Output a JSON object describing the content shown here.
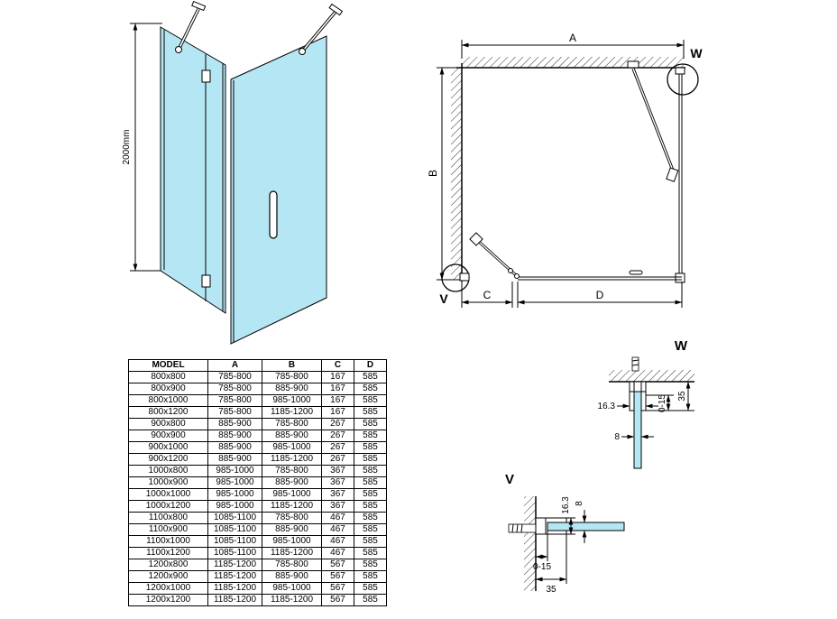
{
  "colors": {
    "glass": "#b5e6f4",
    "line": "#000000"
  },
  "iso_view": {
    "height_dim_label": "2000mm"
  },
  "plan_view": {
    "dim_a_label": "A",
    "dim_b_label": "B",
    "dim_c_label": "C",
    "dim_d_label": "D",
    "detail_w_marker": "W",
    "detail_v_marker": "V"
  },
  "detail_w": {
    "title": "W",
    "dim_profile_width": "16.3",
    "dim_glass_thickness": "8",
    "dim_adjustment": "0-15",
    "dim_total": "35"
  },
  "detail_v": {
    "title": "V",
    "dim_profile_width": "16.3",
    "dim_glass_thickness": "8",
    "dim_adjustment": "0-15",
    "dim_total": "35"
  },
  "table": {
    "headers": [
      "MODEL",
      "A",
      "B",
      "C",
      "D"
    ],
    "rows": [
      [
        "800x800",
        "785-800",
        "785-800",
        "167",
        "585"
      ],
      [
        "800x900",
        "785-800",
        "885-900",
        "167",
        "585"
      ],
      [
        "800x1000",
        "785-800",
        "985-1000",
        "167",
        "585"
      ],
      [
        "800x1200",
        "785-800",
        "1185-1200",
        "167",
        "585"
      ],
      [
        "900x800",
        "885-900",
        "785-800",
        "267",
        "585"
      ],
      [
        "900x900",
        "885-900",
        "885-900",
        "267",
        "585"
      ],
      [
        "900x1000",
        "885-900",
        "985-1000",
        "267",
        "585"
      ],
      [
        "900x1200",
        "885-900",
        "1185-1200",
        "267",
        "585"
      ],
      [
        "1000x800",
        "985-1000",
        "785-800",
        "367",
        "585"
      ],
      [
        "1000x900",
        "985-1000",
        "885-900",
        "367",
        "585"
      ],
      [
        "1000x1000",
        "985-1000",
        "985-1000",
        "367",
        "585"
      ],
      [
        "1000x1200",
        "985-1000",
        "1185-1200",
        "367",
        "585"
      ],
      [
        "1100x800",
        "1085-1100",
        "785-800",
        "467",
        "585"
      ],
      [
        "1100x900",
        "1085-1100",
        "885-900",
        "467",
        "585"
      ],
      [
        "1100x1000",
        "1085-1100",
        "985-1000",
        "467",
        "585"
      ],
      [
        "1100x1200",
        "1085-1100",
        "1185-1200",
        "467",
        "585"
      ],
      [
        "1200x800",
        "1185-1200",
        "785-800",
        "567",
        "585"
      ],
      [
        "1200x900",
        "1185-1200",
        "885-900",
        "567",
        "585"
      ],
      [
        "1200x1000",
        "1185-1200",
        "985-1000",
        "567",
        "585"
      ],
      [
        "1200x1200",
        "1185-1200",
        "1185-1200",
        "567",
        "585"
      ]
    ]
  }
}
